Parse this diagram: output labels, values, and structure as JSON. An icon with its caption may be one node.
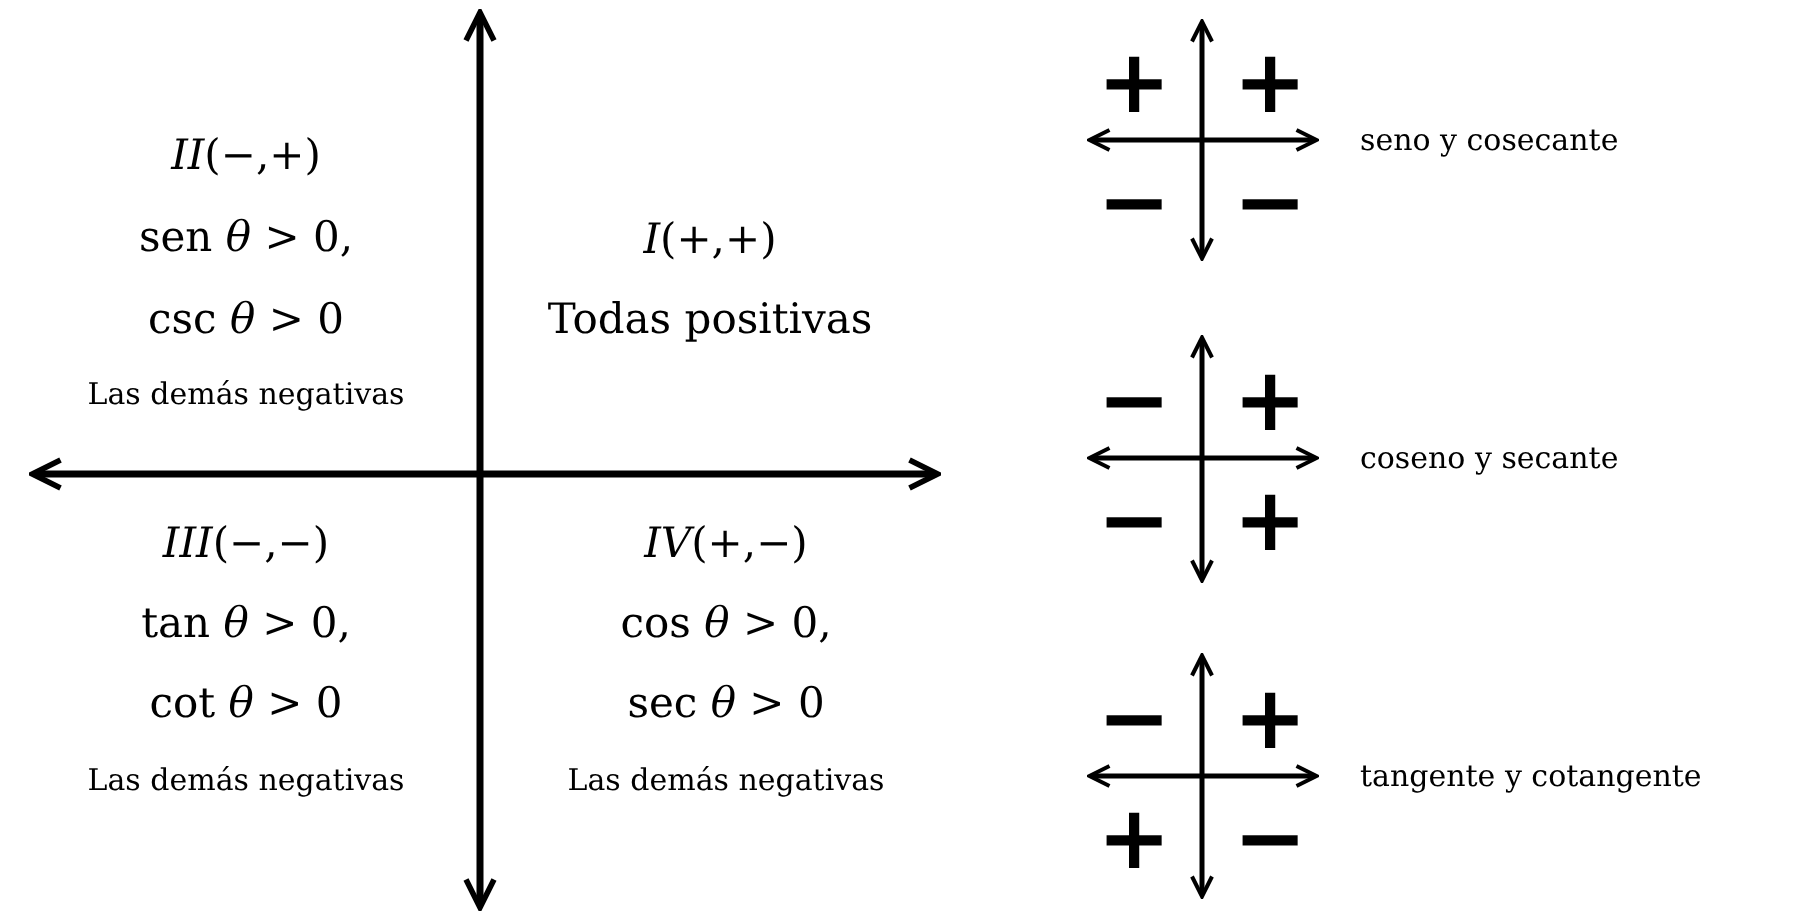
{
  "diagram": {
    "labels": [
      "*II*(−,+)",
      "sen *θ* > 0,",
      "csc *θ* > 0",
      "Las demás negativas",
      "*I*(+,+)",
      "Todas positivas",
      "*III*(−,−)",
      "tan *θ* > 0,",
      "cot *θ* > 0",
      "Las demás negativas",
      "*IV*(+,−)",
      "cos *θ* > 0,",
      "sec *θ* > 0",
      "Las demás negativas",
      "+",
      "+",
      "−",
      "−",
      "seno y cosecante",
      "−",
      "+",
      "−",
      "+",
      "coseno y secante",
      "−",
      "+",
      "+",
      "−",
      "tangente y cotangente"
    ]
  }
}
